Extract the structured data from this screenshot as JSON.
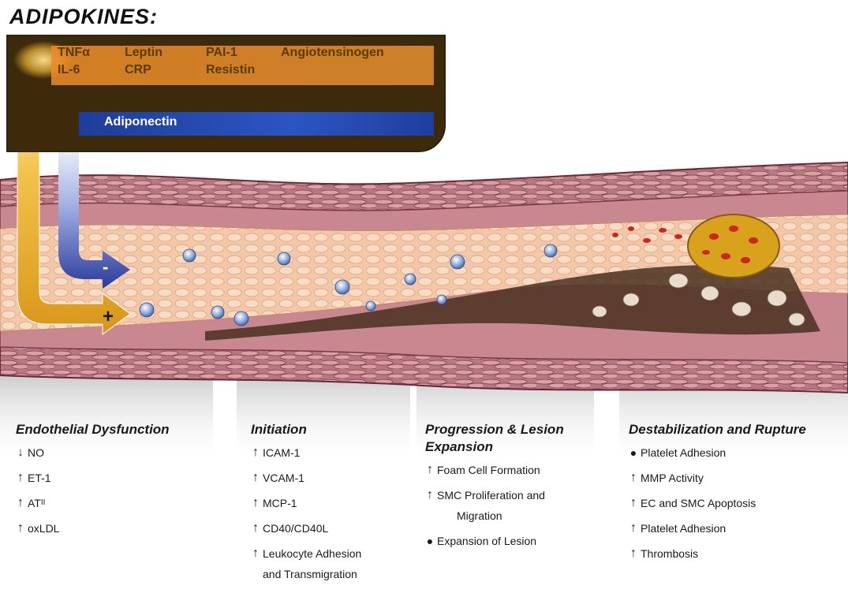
{
  "title": "ADIPOKINES:",
  "adipokines": {
    "pro": [
      "TNFα",
      "Leptin",
      "PAI-1",
      "Angiotensinogen",
      "IL-6",
      "CRP",
      "Resistin"
    ],
    "anti": "Adiponectin"
  },
  "arrows": {
    "minus": "-",
    "plus": "+"
  },
  "colors": {
    "pro_band": "#ec8c28",
    "anti_band": "#2747b0",
    "plus_arrow": "#e8a820",
    "minus_arrow": "#2a3a9a",
    "vessel_wall": "#8a3a52"
  },
  "stages": [
    {
      "title": "Endothelial Dysfunction",
      "items": [
        {
          "marker": "down",
          "text": "NO"
        },
        {
          "marker": "up",
          "text": "ET-1"
        },
        {
          "marker": "up",
          "text": "AT",
          "sub": "II"
        },
        {
          "marker": "up",
          "text": "oxLDL"
        }
      ]
    },
    {
      "title": "Initiation",
      "items": [
        {
          "marker": "up",
          "text": "ICAM-1"
        },
        {
          "marker": "up",
          "text": "VCAM-1"
        },
        {
          "marker": "up",
          "text": "MCP-1"
        },
        {
          "marker": "up",
          "text": "CD40/CD40L"
        },
        {
          "marker": "up",
          "text": "Leukocyte Adhesion",
          "cont": "and Transmigration"
        }
      ]
    },
    {
      "title": "Progression & Lesion Expansion",
      "items": [
        {
          "marker": "up",
          "text": "Foam Cell Formation"
        },
        {
          "marker": "up",
          "text": "SMC Proliferation and",
          "cont": "Migration"
        },
        {
          "marker": "dot",
          "text": "Expansion of Lesion"
        }
      ]
    },
    {
      "title": "Destabilization and Rupture",
      "items": [
        {
          "marker": "dot",
          "text": "Platelet Adhesion"
        },
        {
          "marker": "up",
          "text": "MMP Activity"
        },
        {
          "marker": "up",
          "text": "EC and SMC Apoptosis"
        },
        {
          "marker": "up",
          "text": "Platelet Adhesion"
        },
        {
          "marker": "up",
          "text": "Thrombosis"
        }
      ]
    }
  ]
}
